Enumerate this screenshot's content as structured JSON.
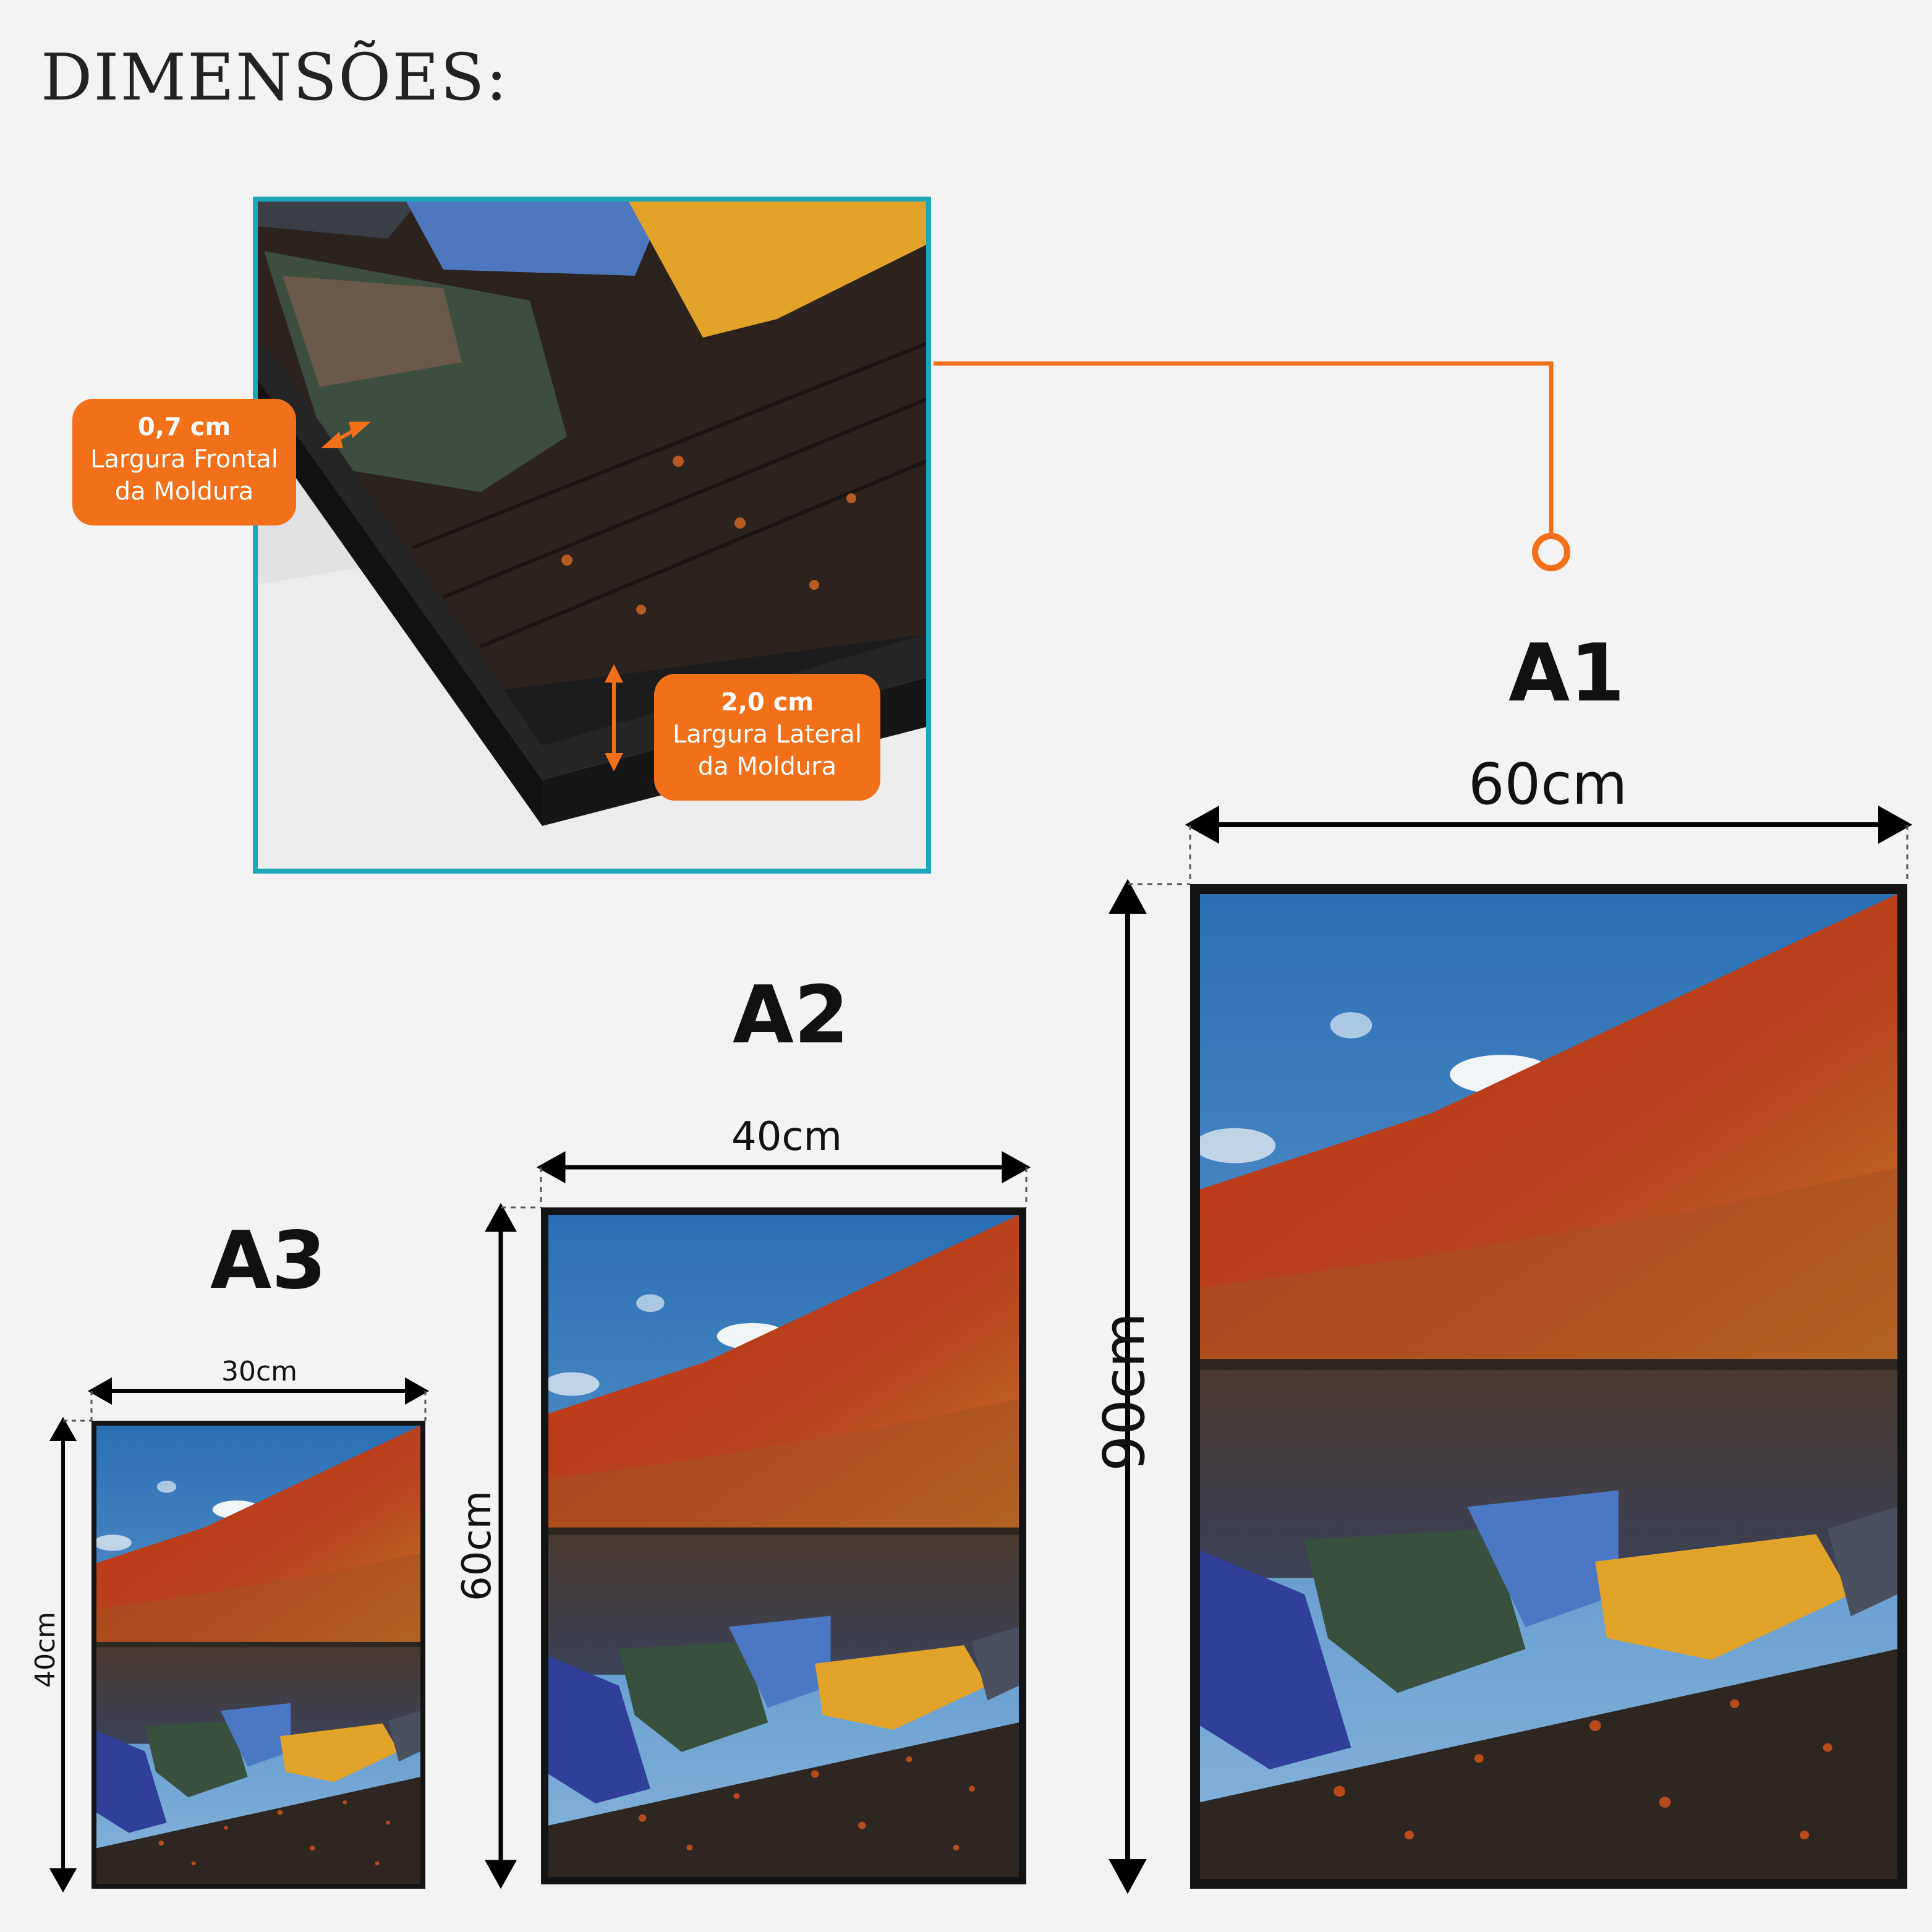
{
  "title": "DIMENSÕES:",
  "frame_detail": {
    "front": {
      "value": "0,7 cm",
      "line1": "Largura Frontal",
      "line2": "da Moldura"
    },
    "side": {
      "value": "2,0 cm",
      "line1": "Largura Lateral",
      "line2": "da Moldura"
    }
  },
  "sizes": [
    {
      "name": "A1",
      "width": "60cm",
      "height": "90cm"
    },
    {
      "name": "A2",
      "width": "40cm",
      "height": "60cm"
    },
    {
      "name": "A3",
      "width": "30cm",
      "height": "40cm"
    }
  ],
  "colors": {
    "accent": "#f27019",
    "detail_border": "#1aa7b8",
    "frame": "#141414",
    "background": "#f3f3f3"
  }
}
